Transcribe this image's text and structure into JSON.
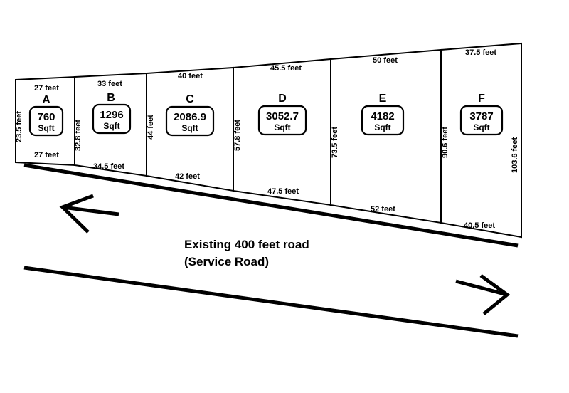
{
  "diagram": {
    "title": "Land plot subdivision layout",
    "background_color": "#ffffff",
    "line_color": "#000000",
    "road": {
      "label_line1": "Existing 400 feet road",
      "label_line2": "(Service Road)",
      "arrow_left_name": "west-direction-arrow",
      "arrow_right_name": "east-direction-arrow"
    },
    "plots": [
      {
        "id": "A",
        "letter": "A",
        "area": "760",
        "unit": "Sqft",
        "top_label": "27 feet",
        "bottom_label": "27 feet",
        "left_label": "23.5 feet",
        "right_label": "32.8 feet"
      },
      {
        "id": "B",
        "letter": "B",
        "area": "1296",
        "unit": "Sqft",
        "top_label": "33 feet",
        "bottom_label": "34.5 feet",
        "left_label": "32.8 feet",
        "right_label": "44 feet"
      },
      {
        "id": "C",
        "letter": "C",
        "area": "2086.9",
        "unit": "Sqft",
        "top_label": "40 feet",
        "bottom_label": "42 feet",
        "left_label": "44 feet",
        "right_label": "57.8 feet"
      },
      {
        "id": "D",
        "letter": "D",
        "area": "3052.7",
        "unit": "Sqft",
        "top_label": "45.5 feet",
        "bottom_label": "47.5 feet",
        "left_label": "57.8 feet",
        "right_label": "73.5 feet"
      },
      {
        "id": "E",
        "letter": "E",
        "area": "4182",
        "unit": "Sqft",
        "top_label": "50 feet",
        "bottom_label": "52 feet",
        "left_label": "73.5 feet",
        "right_label": "90.6 feet"
      },
      {
        "id": "F",
        "letter": "F",
        "area": "3787",
        "unit": "Sqft",
        "top_label": "37.5 feet",
        "bottom_label": "40.5 feet",
        "left_label": "90.6 feet",
        "right_label": "103.6 feet"
      }
    ]
  }
}
